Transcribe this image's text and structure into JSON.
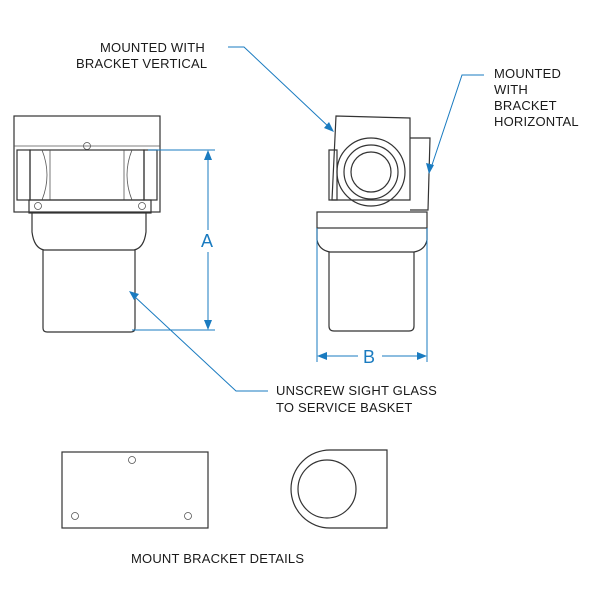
{
  "labels": {
    "mounted_vertical_line1": "MOUNTED WITH",
    "mounted_vertical_line2": "BRACKET VERTICAL",
    "mounted_horizontal_line1": "MOUNTED",
    "mounted_horizontal_line2": "WITH",
    "mounted_horizontal_line3": "BRACKET",
    "mounted_horizontal_line4": "HORIZONTAL",
    "unscrew_line1": "UNSCREW SIGHT GLASS",
    "unscrew_line2": "TO SERVICE BASKET",
    "mount_details": "MOUNT BRACKET DETAILS"
  },
  "dimensions": {
    "a": "A",
    "b": "B"
  },
  "colors": {
    "leader": "#1a7bc0",
    "outline": "#333333"
  }
}
